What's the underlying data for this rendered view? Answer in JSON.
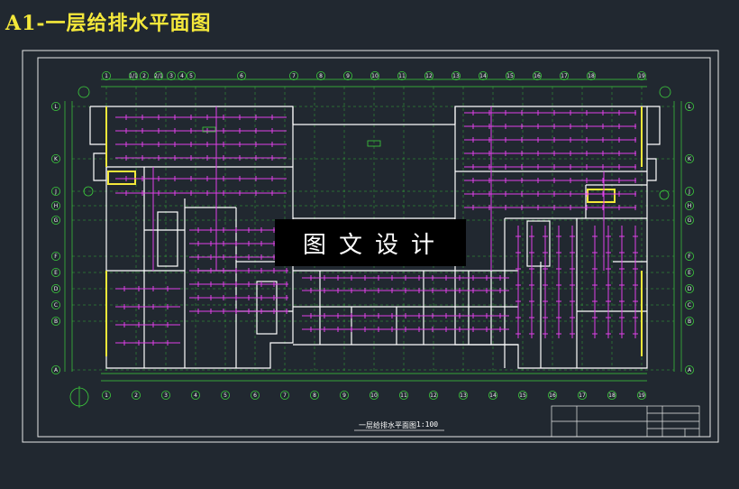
{
  "heading": "A1-一层给排水平面图",
  "watermark": "图文设计",
  "plan": {
    "title": "一层给排水平面图",
    "scale": "1:100"
  },
  "axes": {
    "top": [
      "1",
      "1/1",
      "2",
      "2/1",
      "3",
      "4",
      "5",
      "6",
      "7",
      "8",
      "9",
      "10",
      "11",
      "12",
      "13",
      "14",
      "15",
      "16",
      "17",
      "18",
      "19"
    ],
    "bottom": [
      "1",
      "2",
      "3",
      "4",
      "5",
      "6",
      "7",
      "8",
      "9",
      "10",
      "11",
      "12",
      "13",
      "14",
      "15",
      "16",
      "17",
      "18",
      "19"
    ],
    "left": [
      "L",
      "K",
      "J",
      "H",
      "G",
      "F",
      "E",
      "D",
      "C",
      "B",
      "A"
    ],
    "right": [
      "L",
      "K",
      "J",
      "H",
      "G",
      "F",
      "E",
      "D",
      "C",
      "B",
      "A"
    ]
  },
  "colors": {
    "background": "#212830",
    "frame": "#e8e8e8",
    "walls": "#ffffff",
    "pipes": "#e040e8",
    "axis_lines": "#3ccf3c",
    "dimension_lines": "#3ccf3c",
    "highlight_walls": "#f4e83a",
    "heading": "#f4e83a"
  }
}
